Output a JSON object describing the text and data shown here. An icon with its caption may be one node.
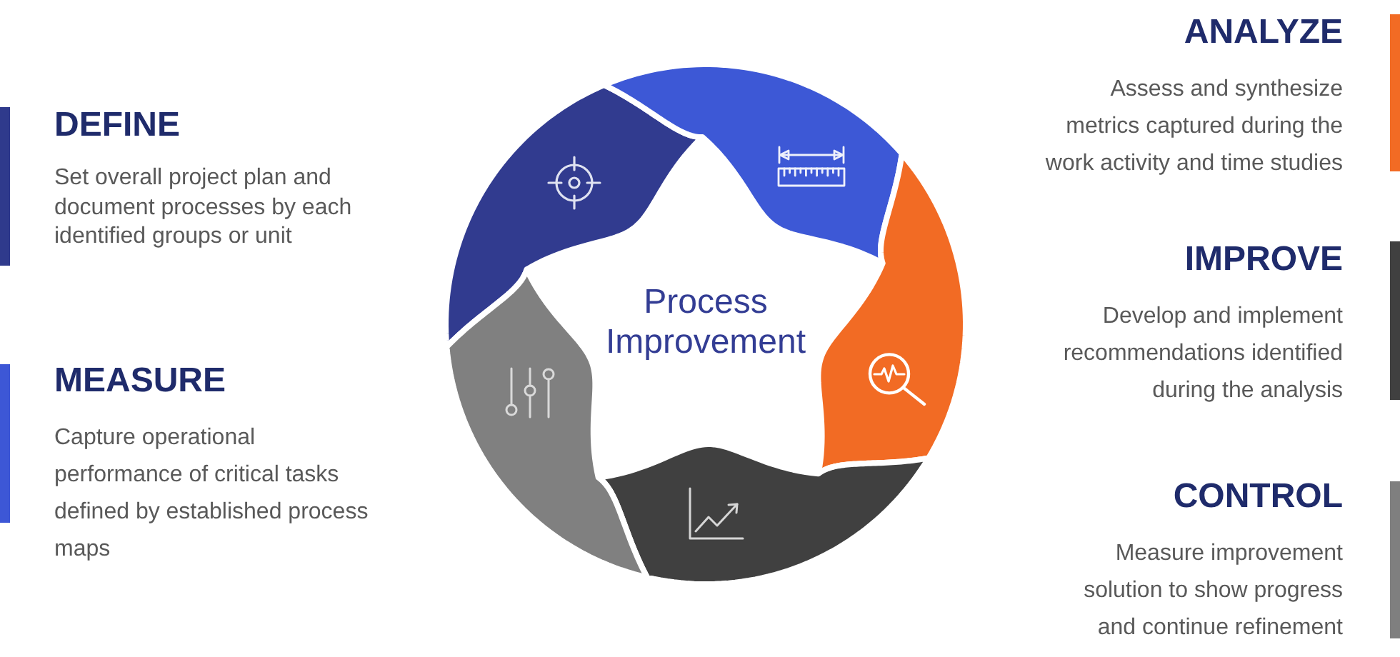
{
  "diagram": {
    "nodes": [
      {
        "text": [
          "DEFINE",
          "Set overall project plan and document processes by each identified groups or unit"
        ]
      },
      {
        "text": [
          "MEASURE",
          "Capture operational performance of critical tasks defined by established process maps"
        ]
      },
      {
        "text": [
          "ANALYZE",
          "Assess and synthesize metrics captured during the work activity and time studies"
        ]
      },
      {
        "text": [
          "IMPROVE",
          "Develop and implement recommendations identified during the analysis"
        ]
      },
      {
        "text": [
          "CONTROL",
          "Measure improvement solution to show progress and continue refinement"
        ]
      }
    ],
    "labels": [
      "Process Improvement"
    ]
  }
}
